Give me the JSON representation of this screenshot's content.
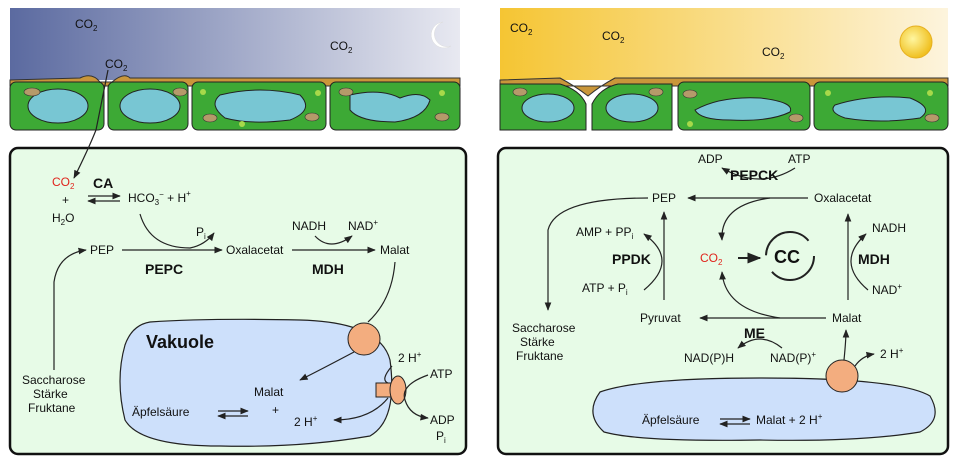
{
  "colors": {
    "night_sky_top": "#5b6aa0",
    "night_sky_bottom": "#e8e9f1",
    "day_sky_top": "#f5c533",
    "day_sky_bottom": "#fdf4dd",
    "cuticle": "#c9963a",
    "cell_green": "#3da935",
    "vacuole_blue": "#78c6d3",
    "cytoplasm_bg": "#e7fbe7",
    "big_vacuole": "#cde0fb",
    "transporter": "#f3ad7f",
    "co2_red": "#e0241c"
  },
  "icons": [
    "moon-icon",
    "sun-icon"
  ],
  "night": {
    "sky_co2": [
      "CO",
      "CO",
      "CO"
    ],
    "co2_sub": "2",
    "co2_red": "CO",
    "co2_red_sub": "2",
    "plus": "+",
    "h2o": "H",
    "h2o_sub": "2",
    "h2o_tail": "O",
    "ca": "CA",
    "hco3": "HCO",
    "hco3_sub": "3",
    "hco3_sup": "−",
    "hco3_tail": " + H",
    "hco3_tail_sup": "+",
    "pi": "P",
    "pi_sub": "i",
    "pep": "PEP",
    "oxalacetat": "Oxalacetat",
    "pepc": "PEPC",
    "nadh": "NADH",
    "nad": "NAD",
    "nad_sup": "+",
    "malat_top": "Malat",
    "mdh": "MDH",
    "sugars": [
      "Saccharose",
      "Stärke",
      "Fruktane"
    ],
    "vakuole": "Vakuole",
    "malat_vac": "Malat",
    "vac_plus": "+",
    "two_h": "2 H",
    "two_h_sup": "+",
    "aepfelsaeure": "Äpfelsäure",
    "h_out": "2 H",
    "h_out_sup": "+",
    "atp": "ATP",
    "adp": "ADP",
    "pi2": "P",
    "pi2_sub": "i"
  },
  "day": {
    "sky_co2": [
      "CO",
      "CO",
      "CO"
    ],
    "co2_sub": "2",
    "adp": "ADP",
    "atp": "ATP",
    "pepck": "PEPCK",
    "pep": "PEP",
    "oxalacetat": "Oxalacetat",
    "amp": "AMP + PP",
    "amp_sub": "i",
    "ppdk": "PPDK",
    "atp_pi": "ATP + P",
    "atp_pi_sub": "i",
    "co2": "CO",
    "co2_sub2": "2",
    "cc": "CC",
    "nadh": "NADH",
    "mdh": "MDH",
    "nad": "NAD",
    "nad_sup": "+",
    "sugars": [
      "Saccharose",
      "Stärke",
      "Fruktane"
    ],
    "pyruvat": "Pyruvat",
    "me": "ME",
    "malat": "Malat",
    "nadph": "NAD(P)H",
    "nadp": "NAD(P)",
    "nadp_sup": "+",
    "two_h": "2 H",
    "two_h_sup": "+",
    "aepfelsaeure": "Äpfelsäure",
    "malat_2h": "Malat + 2 H",
    "malat_2h_sup": "+"
  }
}
